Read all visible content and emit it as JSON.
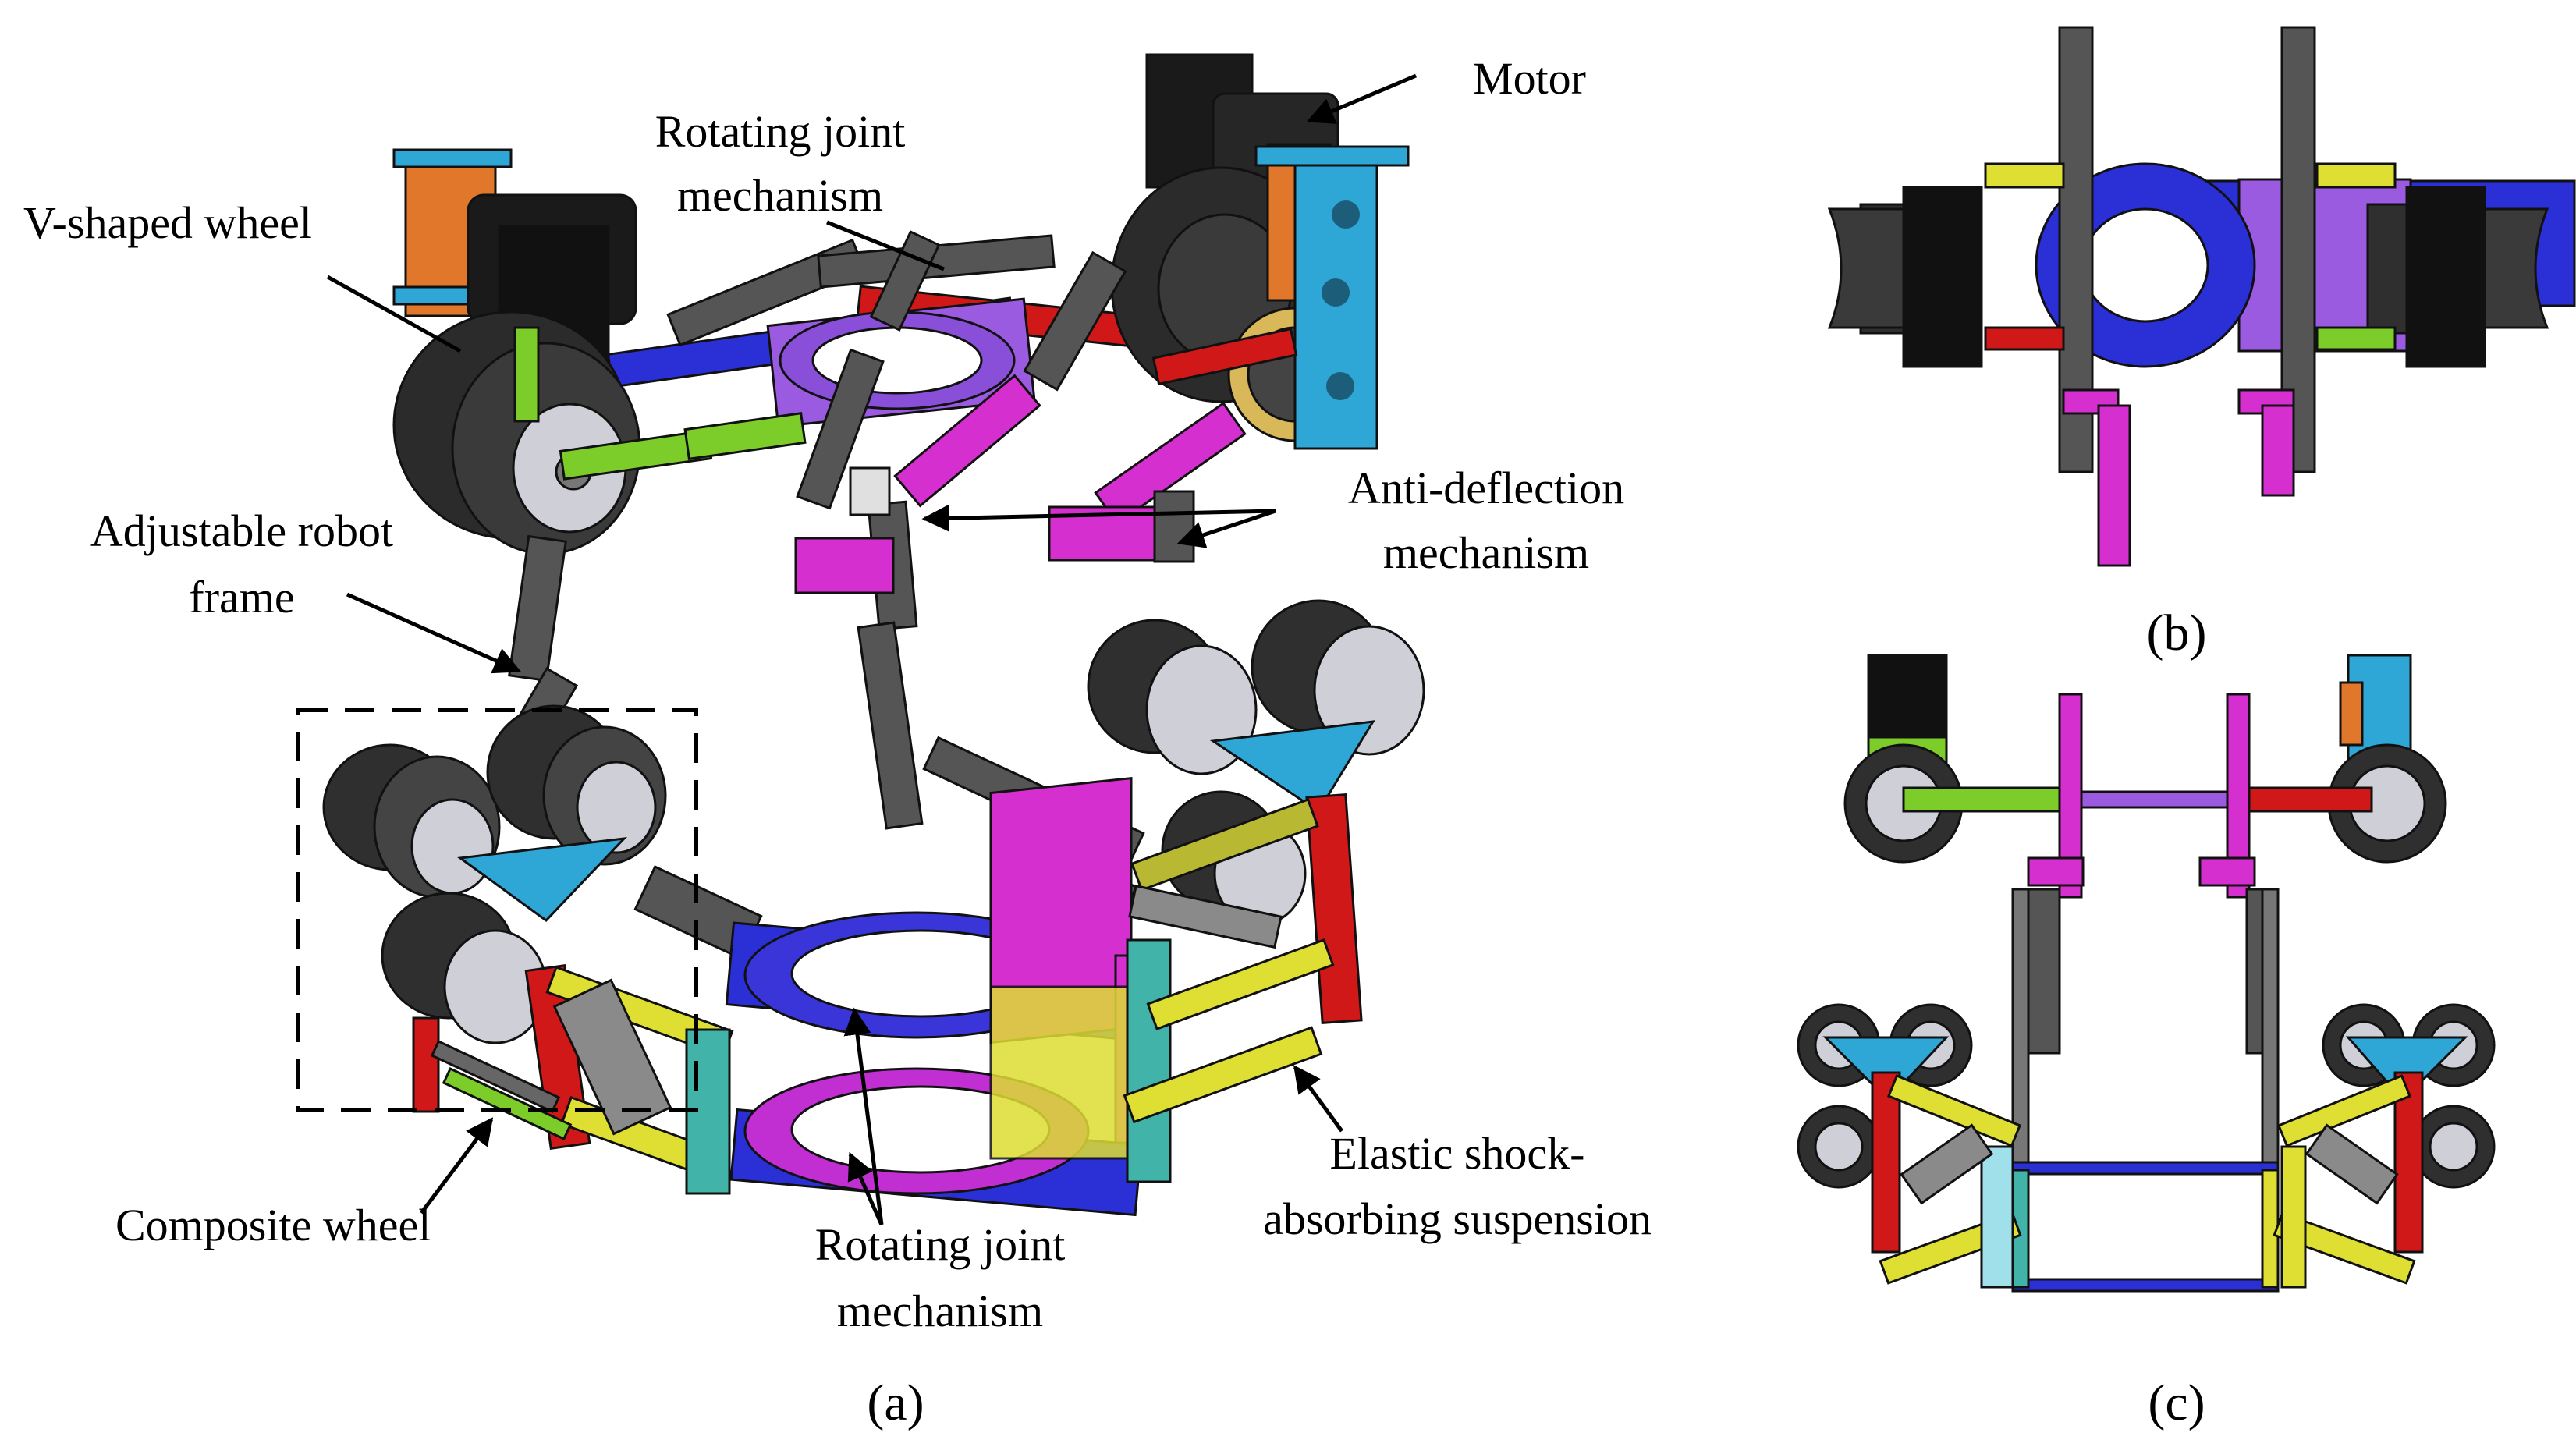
{
  "labels": {
    "motor": "Motor",
    "rotating_joint_top_1": "Rotating joint",
    "rotating_joint_top_2": "mechanism",
    "v_wheel": "V-shaped wheel",
    "anti_deflection_1": "Anti-deflection",
    "anti_deflection_2": "mechanism",
    "frame_1": "Adjustable robot",
    "frame_2": "frame",
    "elastic_1": "Elastic shock-",
    "elastic_2": "absorbing suspension",
    "composite": "Composite wheel",
    "rotating_joint_bottom_1": "Rotating joint",
    "rotating_joint_bottom_2": "mechanism"
  },
  "panels": {
    "a": "(a)",
    "b": "(b)",
    "c": "(c)"
  },
  "colors": {
    "frame": "#555555",
    "wheel": "#2b2b2b",
    "hub": "#cfcfd8",
    "motor": "#111111",
    "orange": "#e0772b",
    "cyan": "#2ea6d6",
    "green": "#7ccc2a",
    "magenta": "#d62fd0",
    "purple": "#9b5be0",
    "blue": "#2a2fd6",
    "red": "#d01818",
    "yellow": "#dede33",
    "olive": "#b8b832",
    "teal": "#42b3a8",
    "spring": "#8a8a8a"
  }
}
